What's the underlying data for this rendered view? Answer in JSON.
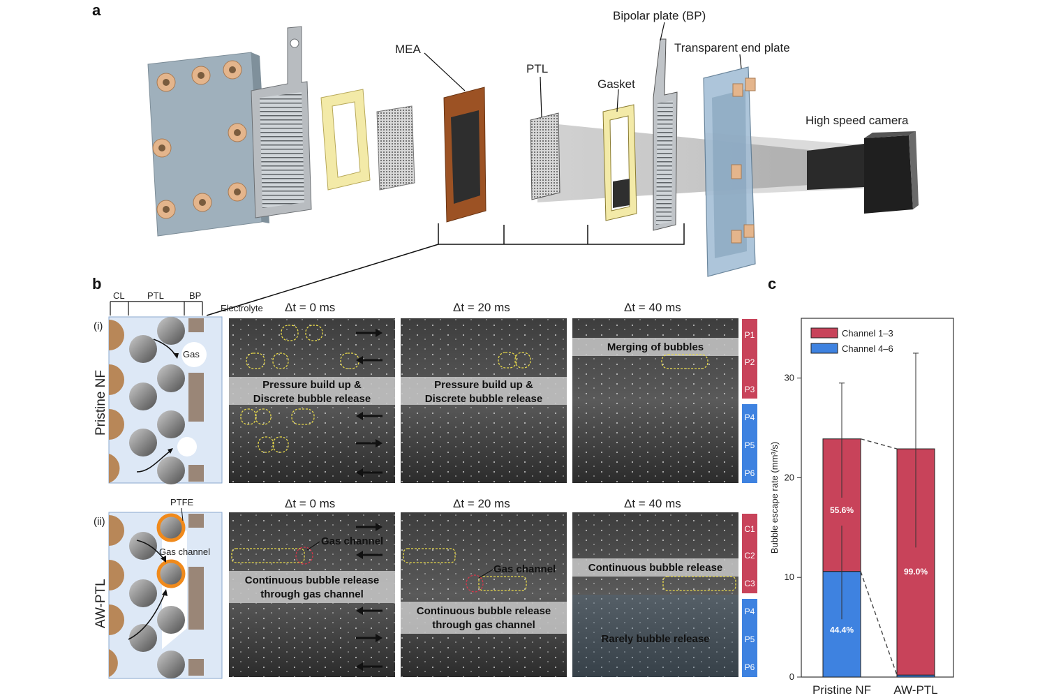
{
  "panels": {
    "a": "a",
    "b": "b",
    "c": "c"
  },
  "panel_a": {
    "mea": "MEA",
    "ptl": "PTL",
    "gasket": "Gasket",
    "bipolar_plate": "Bipolar plate (BP)",
    "end_plate": "Transparent end plate",
    "camera": "High speed camera"
  },
  "panel_b": {
    "schematic_header": {
      "cl": "CL",
      "ptl": "PTL",
      "bp": "BP",
      "electrolyte": "Electrolyte"
    },
    "row_i": {
      "index": "(i)",
      "name": "Pristine NF",
      "gas_label": "Gas",
      "times": [
        "Δt = 0 ms",
        "Δt = 20 ms",
        "Δt = 40 ms"
      ],
      "caption_0": [
        "Pressure build up &",
        "Discrete bubble release"
      ],
      "caption_20": [
        "Pressure build up &",
        "Discrete bubble release"
      ],
      "caption_40": "Merging of bubbles",
      "channels": [
        "P1",
        "P2",
        "P3",
        "P4",
        "P5",
        "P6"
      ]
    },
    "row_ii": {
      "index": "(ii)",
      "name": "AW-PTL",
      "ptfe_label": "PTFE",
      "gas_channel_label": "Gas channel",
      "times": [
        "Δt = 0 ms",
        "Δt = 20 ms",
        "Δt = 40 ms"
      ],
      "gas_channel_0": "Gas channel",
      "gas_channel_20": "Gas channel",
      "caption_0": [
        "Continuous bubble release",
        "through gas channel"
      ],
      "caption_20": [
        "Continuous bubble release",
        "through gas channel"
      ],
      "caption_40_top": "Continuous bubble release",
      "caption_40_bottom": "Rarely bubble release",
      "channels": [
        "C1",
        "C2",
        "C3",
        "P4",
        "P5",
        "P6"
      ]
    }
  },
  "colors": {
    "channel_red": "#c8435a",
    "channel_blue": "#3e82e0",
    "bar_red": "#c8435a",
    "bar_blue": "#3e82e0",
    "cl_brown": "#b88758",
    "bp_brown": "#9a8677",
    "schematic_bg": "#dde8f6"
  },
  "chart_data": {
    "type": "bar",
    "stacked": true,
    "categories": [
      "Pristine NF",
      "AW-PTL"
    ],
    "series": [
      {
        "name": "Channel 4–6",
        "values": [
          10.6,
          0.2
        ],
        "percent_labels": [
          "44.4%",
          ""
        ]
      },
      {
        "name": "Channel 1–3",
        "values": [
          13.3,
          22.7
        ],
        "percent_labels": [
          "55.6%",
          "99.0%"
        ]
      }
    ],
    "totals": [
      23.9,
      22.9
    ],
    "error_bars": {
      "upper": [
        29.5,
        32.5
      ],
      "lower": [
        18.0,
        13.0
      ]
    },
    "inner_error_bars": {
      "upper": [
        15.2,
        null
      ],
      "lower": [
        5.8,
        null
      ]
    },
    "ylabel": "Bubble escape rate (mm³/s)",
    "ylim": [
      0,
      36
    ],
    "yticks": [
      0,
      10,
      20,
      30
    ],
    "legend_position": "top-left",
    "grid": false
  }
}
